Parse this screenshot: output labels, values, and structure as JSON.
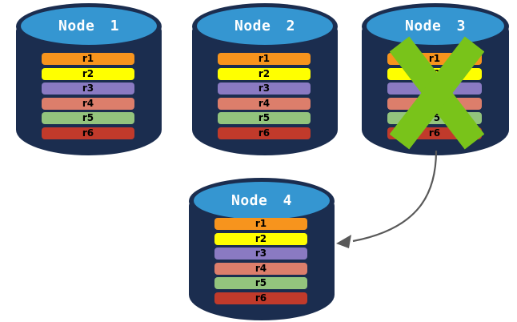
{
  "nodes": [
    {
      "title": "Node 1",
      "replicas": [
        {
          "label": "r1",
          "color": "#F7941D"
        },
        {
          "label": "r2",
          "color": "#FFFF00"
        },
        {
          "label": "r3",
          "color": "#8A7AC2"
        },
        {
          "label": "r4",
          "color": "#DC7E6B"
        },
        {
          "label": "r5",
          "color": "#93C47D"
        },
        {
          "label": "r6",
          "color": "#C13A2B"
        }
      ]
    },
    {
      "title": "Node 2",
      "replicas": [
        {
          "label": "r1",
          "color": "#F7941D"
        },
        {
          "label": "r2",
          "color": "#FFFF00"
        },
        {
          "label": "r3",
          "color": "#8A7AC2"
        },
        {
          "label": "r4",
          "color": "#DC7E6B"
        },
        {
          "label": "r5",
          "color": "#93C47D"
        },
        {
          "label": "r6",
          "color": "#C13A2B"
        }
      ]
    },
    {
      "title": "Node 3",
      "failed": true,
      "replicas": [
        {
          "label": "r1",
          "color": "#F7941D"
        },
        {
          "label": "r2",
          "color": "#FFFF00"
        },
        {
          "label": "r3",
          "color": "#8A7AC2"
        },
        {
          "label": "r4",
          "color": "#DC7E6B"
        },
        {
          "label": "r5",
          "color": "#93C47D"
        },
        {
          "label": "r6",
          "color": "#C13A2B"
        }
      ]
    },
    {
      "title": "Node 4",
      "replicas": [
        {
          "label": "r1",
          "color": "#F7941D"
        },
        {
          "label": "r2",
          "color": "#FFFF00"
        },
        {
          "label": "r3",
          "color": "#8A7AC2"
        },
        {
          "label": "r4",
          "color": "#DC7E6B"
        },
        {
          "label": "r5",
          "color": "#93C47D"
        },
        {
          "label": "r6",
          "color": "#C13A2B"
        }
      ]
    }
  ],
  "failure_mark": {
    "on_node": "Node 3",
    "color": "#79C31A"
  },
  "arrow": {
    "from": "Node 3",
    "to": "Node 4",
    "color": "#595959"
  },
  "palette": {
    "cylinder_body": "#1B2D4F",
    "cylinder_lid": "#3596D1",
    "title_text": "#FFFFFF",
    "replica_text": "#000000",
    "background": "#FFFFFF"
  }
}
